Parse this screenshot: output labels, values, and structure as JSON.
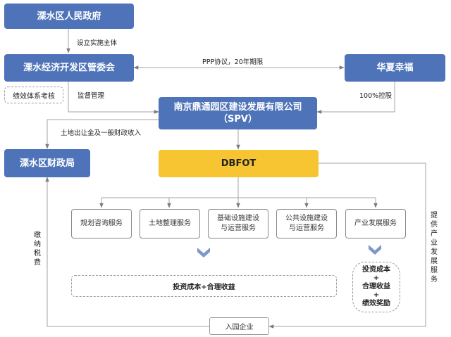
{
  "nodes": {
    "gov": "溧水区人民政府",
    "committee": "溧水经济开发区管委会",
    "huaxia": "华夏幸福",
    "spv_line1": "南京鼎通园区建设发展有限公司",
    "spv_line2": "（SPV）",
    "finance": "溧水区财政局",
    "dbfot": "DBFOT",
    "kpi": "绩效体系考核",
    "enterprise": "入园企业"
  },
  "services": [
    {
      "line1": "规划咨询服务",
      "line2": ""
    },
    {
      "line1": "土地整理服务",
      "line2": ""
    },
    {
      "line1": "基础设施建设",
      "line2": "与运营服务"
    },
    {
      "line1": "公共设施建设",
      "line2": "与运营服务"
    },
    {
      "line1": "产业发展服务",
      "line2": ""
    }
  ],
  "labels": {
    "setup": "设立实施主体",
    "ppp": "PPP协议，20年期限",
    "supervise": "监督管理",
    "holding": "100%控股",
    "land": "土地出让金及一般财政收入",
    "tax": "缴纳税费",
    "industry": "提供产业发展服务"
  },
  "returns": {
    "left": "投资成本+合理收益",
    "right_line1": "投资成本",
    "right_plus1": "+",
    "right_line2": "合理收益",
    "right_plus2": "+",
    "right_line3": "绩效奖励"
  },
  "colors": {
    "blue": "#4e73b8",
    "yellow": "#f7c531",
    "chevron": "#7f97c8",
    "line": "#9a9a9a"
  }
}
